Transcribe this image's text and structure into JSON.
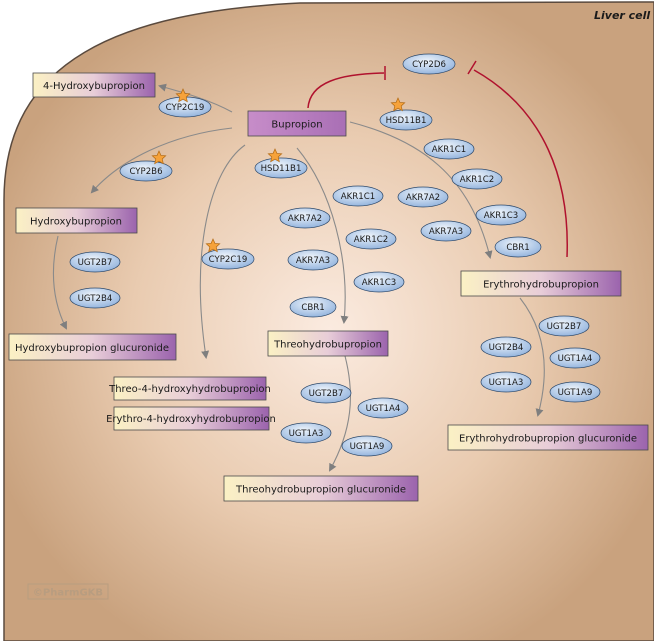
{
  "title": "Liver cell",
  "watermark": "©PharmGKB",
  "colors": {
    "cell_edge": "#c9a27e",
    "cell_center": "#fbebe0",
    "cell_outline": "#5a4a3e",
    "arrow": "#8a8a8a",
    "inhibition": "#b0122e",
    "enzyme_fill": "#a9c5e6",
    "star_fill": "#f6a23a"
  },
  "metabolites": {
    "bupropion": "Bupropion",
    "hydroxybupropion_4": "4-Hydroxybupropion",
    "hydroxybupropion": "Hydroxybupropion",
    "hydroxybupropion_glucuronide": "Hydroxybupropion glucuronide",
    "threohydrobupropion": "Threohydrobupropion",
    "threo_4_hydroxy": "Threo-4-hydroxyhydrobupropion",
    "erythro_4_hydroxy": "Erythro-4-hydroxyhydrobupropion",
    "threohydrobupropion_glucuronide": "Threohydrobupropion glucuronide",
    "erythrohydrobupropion": "Erythrohydrobupropion",
    "erythrohydrobupropion_glucuronide": "Erythrohydrobupropion glucuronide"
  },
  "enzymes": {
    "cyp2d6": "CYP2D6",
    "cyp2c19_top": "CYP2C19",
    "hsd11b1_top": "HSD11B1",
    "cyp2b6": "CYP2B6",
    "hsd11b1_mid": "HSD11B1",
    "cyp2c19_mid": "CYP2C19",
    "threo_akr1c1": "AKR1C1",
    "threo_akr7a2": "AKR7A2",
    "threo_akr1c2": "AKR1C2",
    "threo_akr7a3": "AKR7A3",
    "threo_akr1c3": "AKR1C3",
    "threo_cbr1": "CBR1",
    "erythro_akr1c1": "AKR1C1",
    "erythro_akr1c2": "AKR1C2",
    "erythro_akr7a2": "AKR7A2",
    "erythro_akr1c3": "AKR1C3",
    "erythro_akr7a3": "AKR7A3",
    "erythro_cbr1": "CBR1",
    "hydroxy_ugt2b7": "UGT2B7",
    "hydroxy_ugt2b4": "UGT2B4",
    "threo_ugt2b7": "UGT2B7",
    "threo_ugt1a4": "UGT1A4",
    "threo_ugt1a3": "UGT1A3",
    "threo_ugt1a9": "UGT1A9",
    "erythro_ugt2b7": "UGT2B7",
    "erythro_ugt2b4": "UGT2B4",
    "erythro_ugt1a4": "UGT1A4",
    "erythro_ugt1a3": "UGT1A3",
    "erythro_ugt1a9": "UGT1A9"
  }
}
